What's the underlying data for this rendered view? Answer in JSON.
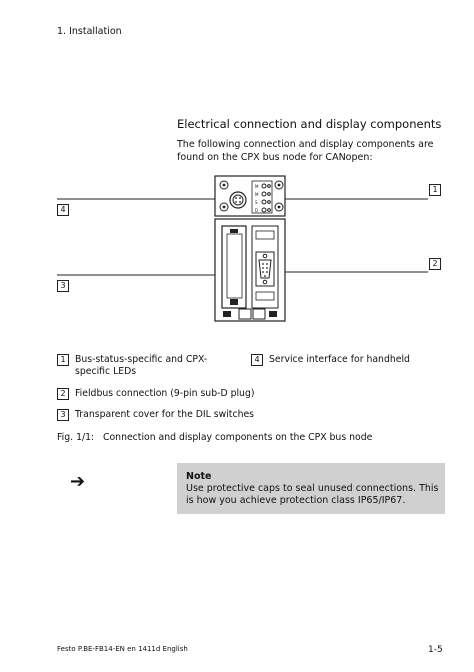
{
  "header": {
    "chapter": "1. Installation"
  },
  "section": {
    "title": "Electrical connection and display components",
    "intro": "The following connection and display components are found on the CPX bus node for CANopen:"
  },
  "figure": {
    "callouts": [
      "1",
      "2",
      "3",
      "4"
    ],
    "led_labels": [
      "M",
      "M",
      "S",
      "D"
    ]
  },
  "legend": [
    {
      "num": "1",
      "text": "Bus-status-specific and CPX-specific LEDs"
    },
    {
      "num": "4",
      "text": "Service interface for handheld"
    },
    {
      "num": "2",
      "text": "Fieldbus connection (9-pin sub-D plug)"
    },
    {
      "num": "3",
      "text": "Transparent cover for the DIL switches"
    }
  ],
  "caption": {
    "number": "Fig. 1/1:",
    "text": "Connection and display components on the CPX bus node"
  },
  "note": {
    "title": "Note",
    "text": "Use protective caps to seal unused connections. This is how you achieve protection class IP65/IP67.",
    "icon": "arrow-right-icon"
  },
  "footer": {
    "doc": "Festo P.BE-FB14-EN en 1411d English",
    "page": "1-5"
  }
}
